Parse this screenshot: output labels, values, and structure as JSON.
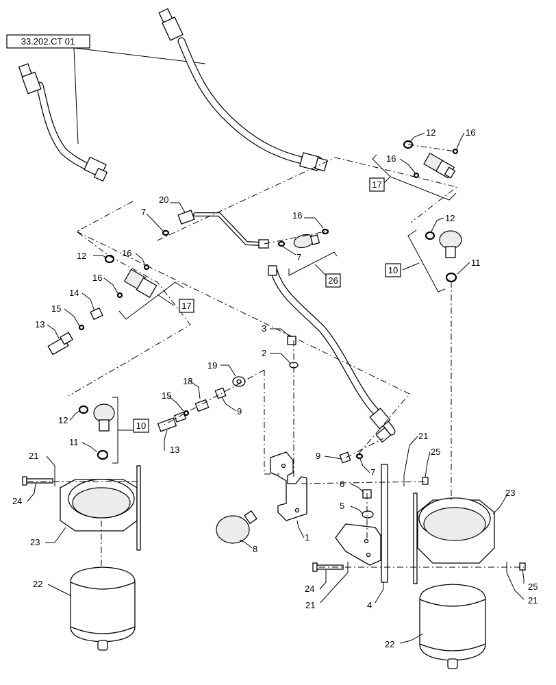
{
  "diagram": {
    "reference_label": "33.202.CT 01",
    "callouts": [
      {
        "id": "c20",
        "text": "20"
      },
      {
        "id": "c7a",
        "text": "7"
      },
      {
        "id": "c7b",
        "text": "7"
      },
      {
        "id": "c16a",
        "text": "16"
      },
      {
        "id": "c12a",
        "text": "12"
      },
      {
        "id": "c16b",
        "text": "16"
      },
      {
        "id": "c16c",
        "text": "16"
      },
      {
        "id": "c12b",
        "text": "12"
      },
      {
        "id": "c11a",
        "text": "11"
      },
      {
        "id": "c12c",
        "text": "12"
      },
      {
        "id": "c16d",
        "text": "16"
      },
      {
        "id": "c16e",
        "text": "16"
      },
      {
        "id": "c14",
        "text": "14"
      },
      {
        "id": "c15a",
        "text": "15"
      },
      {
        "id": "c13a",
        "text": "13"
      },
      {
        "id": "c3",
        "text": "3"
      },
      {
        "id": "c2",
        "text": "2"
      },
      {
        "id": "c19",
        "text": "19"
      },
      {
        "id": "c18",
        "text": "18"
      },
      {
        "id": "c15b",
        "text": "15"
      },
      {
        "id": "c9a",
        "text": "9"
      },
      {
        "id": "c13b",
        "text": "13"
      },
      {
        "id": "c12d",
        "text": "12"
      },
      {
        "id": "c11b",
        "text": "11"
      },
      {
        "id": "c21a",
        "text": "21"
      },
      {
        "id": "c24a",
        "text": "24"
      },
      {
        "id": "c23a",
        "text": "23"
      },
      {
        "id": "c22a",
        "text": "22"
      },
      {
        "id": "c9b",
        "text": "9"
      },
      {
        "id": "c7c",
        "text": "7"
      },
      {
        "id": "c6",
        "text": "6"
      },
      {
        "id": "c5",
        "text": "5"
      },
      {
        "id": "c1",
        "text": "1"
      },
      {
        "id": "c8",
        "text": "8"
      },
      {
        "id": "c21b",
        "text": "21"
      },
      {
        "id": "c25a",
        "text": "25"
      },
      {
        "id": "c23b",
        "text": "23"
      },
      {
        "id": "c24b",
        "text": "24"
      },
      {
        "id": "c21c",
        "text": "21"
      },
      {
        "id": "c4",
        "text": "4"
      },
      {
        "id": "c25b",
        "text": "25"
      },
      {
        "id": "c21d",
        "text": "21"
      },
      {
        "id": "c22b",
        "text": "22"
      }
    ],
    "group_boxes": [
      {
        "id": "b17a",
        "text": "17"
      },
      {
        "id": "b17b",
        "text": "17"
      },
      {
        "id": "b26",
        "text": "26"
      },
      {
        "id": "b10a",
        "text": "10"
      },
      {
        "id": "b10b",
        "text": "10"
      }
    ]
  }
}
